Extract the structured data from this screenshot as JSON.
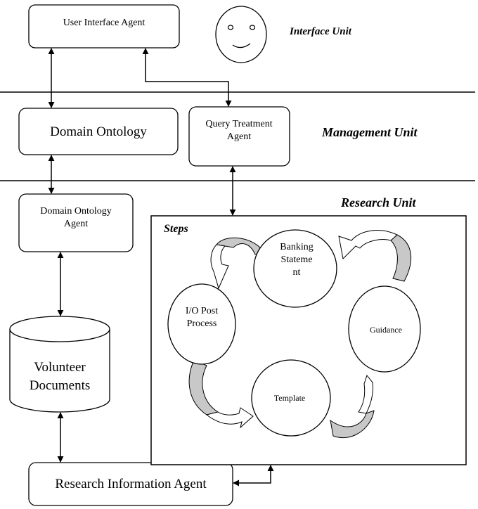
{
  "units": {
    "interface": "Interface Unit",
    "management": "Management Unit",
    "research": "Research Unit"
  },
  "agents": {
    "user_interface": "User Interface Agent",
    "domain_ontology": "Domain Ontology",
    "query_treatment_line1": "Query Treatment",
    "query_treatment_line2": "Agent",
    "domain_ontology_agent_line1": "Domain Ontology",
    "domain_ontology_agent_line2": "Agent",
    "volunteer_documents_line1": "Volunteer",
    "volunteer_documents_line2": "Documents",
    "research_information": "Research Information Agent"
  },
  "steps": {
    "title": "Steps",
    "banking_line1": "Banking",
    "banking_line2": "Stateme",
    "banking_line3": "nt",
    "io_line1": "I/O Post",
    "io_line2": "Process",
    "guidance": "Guidance",
    "template": "Template"
  },
  "colors": {
    "line": "#000000",
    "curved_arrow_fill": "#c8c8c8",
    "background": "#ffffff"
  }
}
